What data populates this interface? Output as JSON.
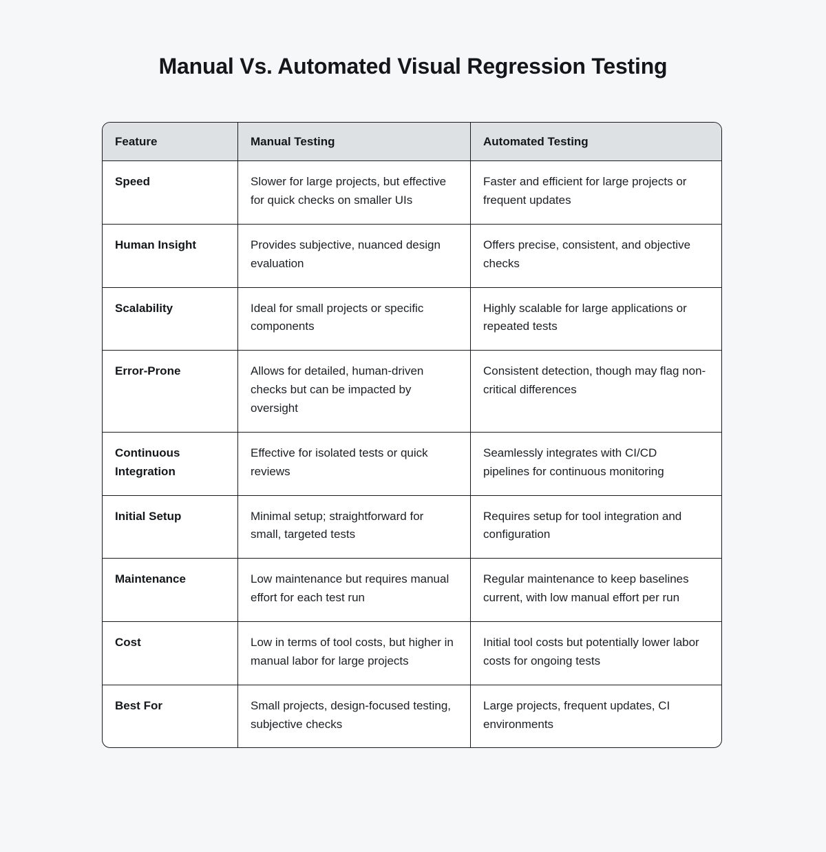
{
  "title": "Manual Vs. Automated Visual Regression Testing",
  "theme": {
    "page_background": "#f5f7f8",
    "table_background": "#ffffff",
    "header_background": "#dee1e3",
    "border_color": "#17191c",
    "title_color": "#14171a",
    "body_text_color": "#1c1f23"
  },
  "table": {
    "columns": [
      "Feature",
      "Manual Testing",
      "Automated Testing"
    ],
    "rows": [
      {
        "feature": "Speed",
        "manual": "Slower for large projects, but effective for quick checks on smaller UIs",
        "automated": "Faster and efficient for large projects or frequent updates"
      },
      {
        "feature": "Human Insight",
        "manual": "Provides subjective, nuanced design evaluation",
        "automated": "Offers precise, consistent, and objective checks"
      },
      {
        "feature": "Scalability",
        "manual": "Ideal for small projects or specific components",
        "automated": "Highly scalable for large applications or repeated tests"
      },
      {
        "feature": "Error-Prone",
        "manual": "Allows for detailed, human-driven checks but can be impacted by oversight",
        "automated": "Consistent detection, though may flag non-critical differences"
      },
      {
        "feature": "Continuous Integration",
        "manual": "Effective for isolated tests or quick reviews",
        "automated": "Seamlessly integrates with CI/CD pipelines for continuous monitoring"
      },
      {
        "feature": "Initial Setup",
        "manual": "Minimal setup; straightforward for small, targeted tests",
        "automated": "Requires setup for tool integration and configuration"
      },
      {
        "feature": "Maintenance",
        "manual": "Low maintenance but requires manual effort for each test run",
        "automated": "Regular maintenance to keep baselines current, with low manual effort per run"
      },
      {
        "feature": "Cost",
        "manual": "Low in terms of tool costs, but higher in manual labor for large projects",
        "automated": "Initial tool costs but potentially lower labor costs for ongoing tests"
      },
      {
        "feature": "Best For",
        "manual": "Small projects, design-focused testing, subjective checks",
        "automated": "Large projects, frequent updates, CI environments"
      }
    ]
  }
}
